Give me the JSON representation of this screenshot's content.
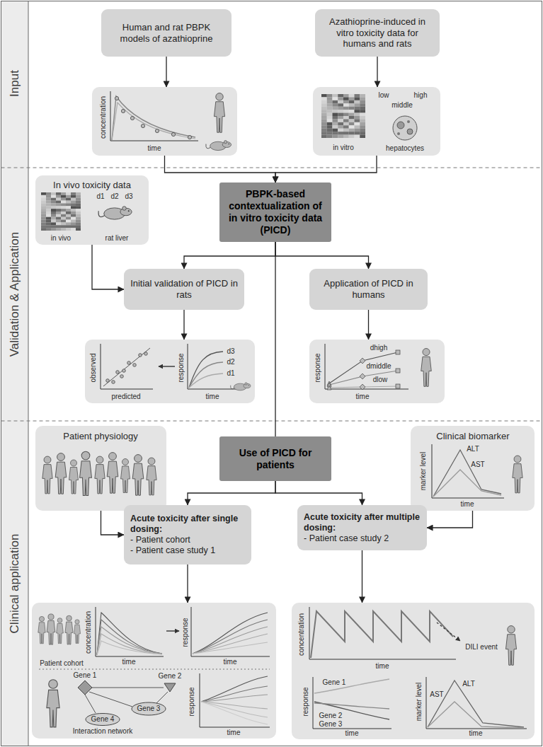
{
  "diagram": {
    "nodes": [
      {
        "text": [
          "Human and rat PBPK models of azathioprine"
        ]
      },
      {
        "text": [
          "Azathioprine-induced in vitro toxicity data for humans and rats"
        ]
      },
      {
        "text": [
          "concentration",
          "time"
        ]
      },
      {
        "text": [
          "in vitro",
          "low",
          "high",
          "middle",
          "hepatocytes"
        ]
      },
      {
        "text": [
          "In vivo toxicity data",
          "d1",
          "d2",
          "d3",
          "in vivo",
          "rat liver"
        ]
      },
      {
        "text": [
          "PBPK-based contextualization of in vitro toxicity data (PICD)"
        ]
      },
      {
        "text": [
          "Initial validation of PICD in rats"
        ]
      },
      {
        "text": [
          "Application of PICD in humans"
        ]
      },
      {
        "text": [
          "observed",
          "predicted",
          "response",
          "d3",
          "d2",
          "d1",
          "time"
        ]
      },
      {
        "text": [
          "response",
          "dhigh",
          "dmiddle",
          "dlow",
          "time"
        ]
      },
      {
        "text": [
          "Patient physiology"
        ]
      },
      {
        "text": [
          "Use of PICD for patients"
        ]
      },
      {
        "text": [
          "Clinical biomarker",
          "marker level",
          "ALT",
          "AST",
          "time"
        ]
      },
      {
        "text": [
          "Acute toxicity after single dosing:",
          "- Patient cohort",
          "- Patient case study 1"
        ]
      },
      {
        "text": [
          "Acute toxicity after multiple dosing:",
          "- Patient case study 2"
        ]
      },
      {
        "text": [
          "concentration",
          "time",
          "response",
          "time",
          "Patient cohort",
          "Gene 1",
          "Gene 2",
          "Gene 3",
          "Gene 4",
          "Interaction network",
          "response",
          "time"
        ]
      },
      {
        "text": [
          "concentration",
          "time",
          "DILI event",
          "response",
          "Gene 1",
          "Gene 2",
          "Gene 3",
          "time",
          "marker level",
          "ALT",
          "AST",
          "time"
        ]
      }
    ],
    "edges": [
      {
        "from": 0,
        "to": 2,
        "arrow": "to"
      },
      {
        "from": 1,
        "to": 3,
        "arrow": "to"
      },
      {
        "from": 2,
        "to": 5,
        "arrow": "to"
      },
      {
        "from": 3,
        "to": 5,
        "arrow": "to"
      },
      {
        "from": 4,
        "to": 6,
        "arrow": "to"
      },
      {
        "from": 5,
        "to": 6,
        "arrow": "to"
      },
      {
        "from": 5,
        "to": 7,
        "arrow": "to"
      },
      {
        "from": 6,
        "to": 8,
        "arrow": "to"
      },
      {
        "from": 7,
        "to": 9,
        "arrow": "to"
      },
      {
        "from": 5,
        "to": 11,
        "arrow": "none"
      },
      {
        "from": 10,
        "to": 13,
        "arrow": "to"
      },
      {
        "from": 11,
        "to": 13,
        "arrow": "to"
      },
      {
        "from": 11,
        "to": 14,
        "arrow": "to"
      },
      {
        "from": 12,
        "to": 14,
        "arrow": "to"
      },
      {
        "from": 13,
        "to": 15,
        "arrow": "to"
      },
      {
        "from": 14,
        "to": 16,
        "arrow": "to"
      }
    ],
    "labels": [
      "Input",
      "Validation & Application",
      "Clinical application"
    ]
  }
}
